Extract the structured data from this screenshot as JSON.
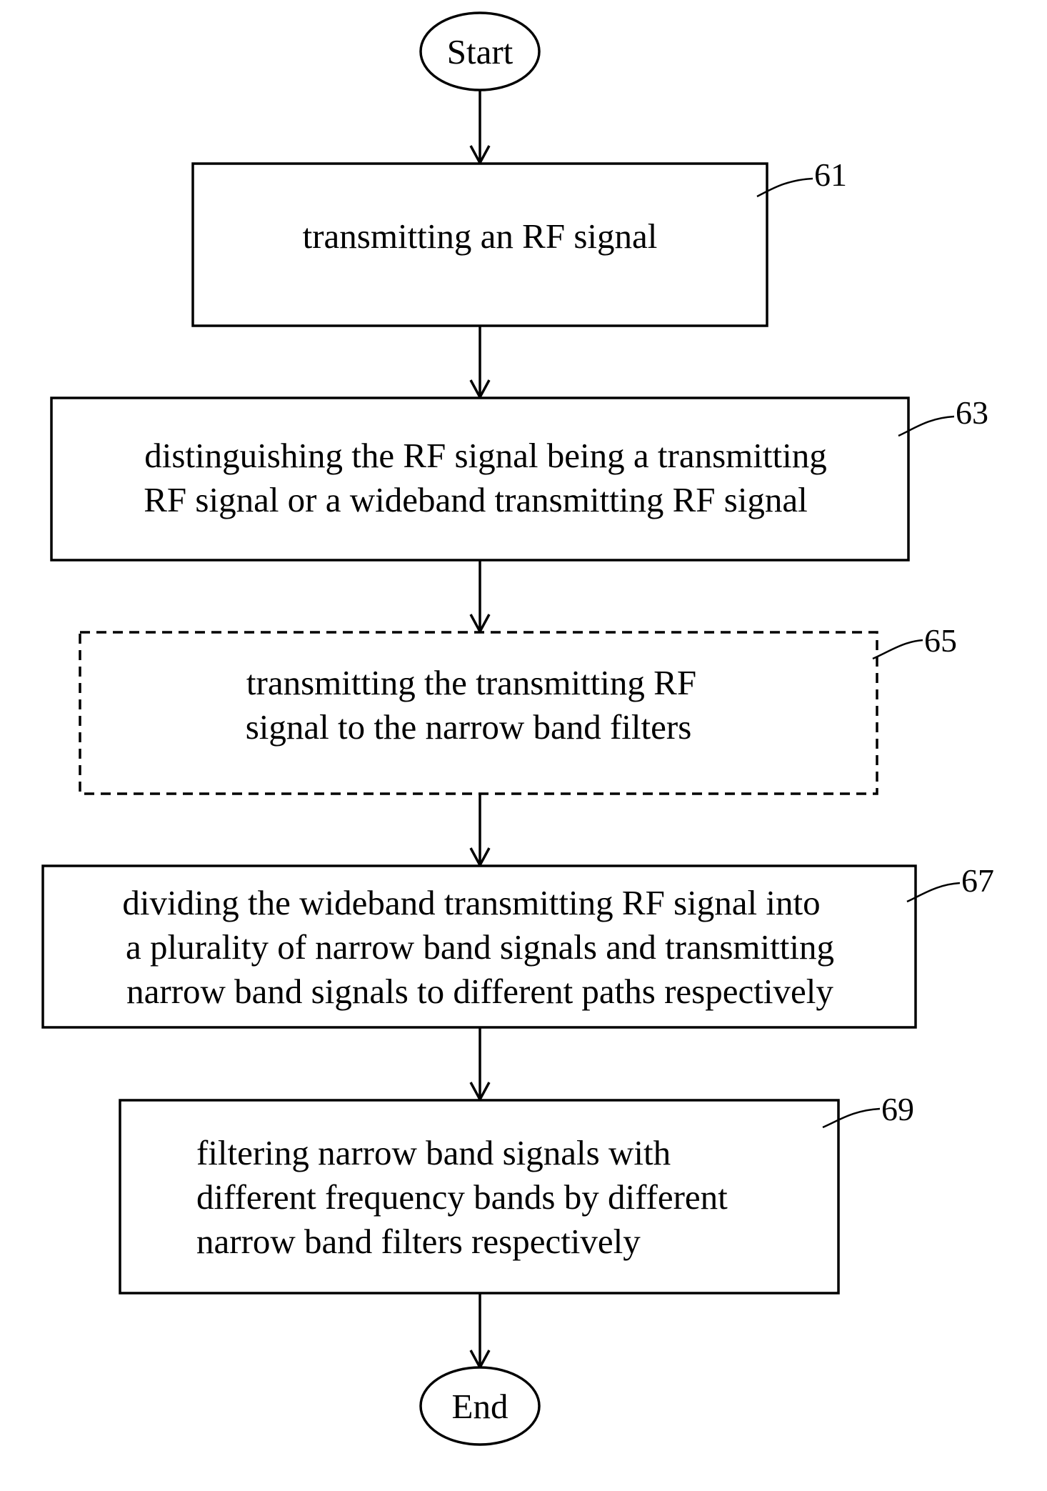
{
  "flowchart": {
    "start": "Start",
    "end": "End",
    "steps": [
      {
        "ref": "61",
        "lines": [
          "transmitting an RF signal"
        ],
        "dashed": false
      },
      {
        "ref": "63",
        "lines": [
          "distinguishing the RF signal being a transmitting",
          "RF signal or a wideband transmitting RF signal"
        ],
        "dashed": false
      },
      {
        "ref": "65",
        "lines": [
          "transmitting the transmitting RF",
          "signal to the narrow band filters"
        ],
        "dashed": true
      },
      {
        "ref": "67",
        "lines": [
          "dividing the wideband transmitting RF signal into",
          "a plurality of narrow band signals and transmitting",
          "narrow band signals to different paths respectively"
        ],
        "dashed": false
      },
      {
        "ref": "69",
        "lines": [
          "filtering narrow band signals with",
          "different frequency bands by different",
          "narrow band filters respectively"
        ],
        "dashed": false
      }
    ]
  }
}
